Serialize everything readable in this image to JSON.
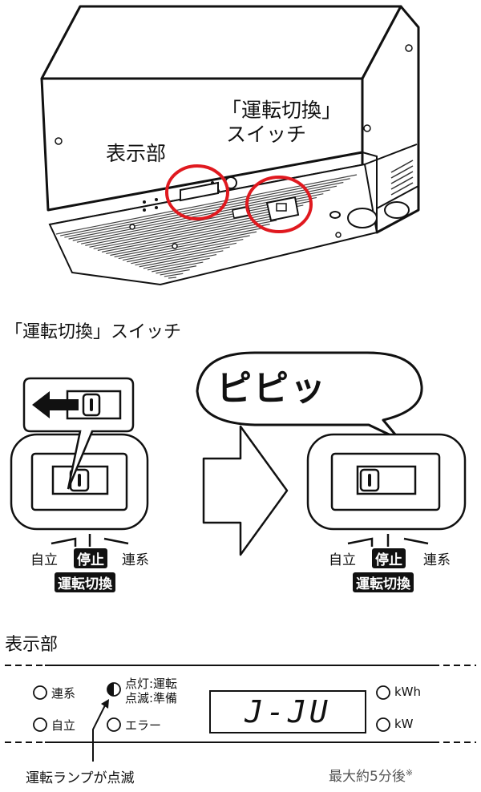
{
  "device": {
    "display_label": "表示部",
    "switch_label_line1": "「運転切換」",
    "switch_label_line2": "スイッチ"
  },
  "switch_section": {
    "title": "「運転切換」スイッチ",
    "beep_text": "ピピッ",
    "left": {
      "pos1": "自立",
      "pos2": "停止",
      "pos3": "連系",
      "caption": "運転切換"
    },
    "right": {
      "pos1": "自立",
      "pos2": "停止",
      "pos3": "連系",
      "caption": "運転切換"
    }
  },
  "display_section": {
    "title": "表示部",
    "indicators": {
      "grid": "連系",
      "lit_running": "点灯:運転",
      "blink_ready": "点滅:準備",
      "standalone": "自立",
      "error": "エラー",
      "kwh": "kWh",
      "kw": "kW"
    },
    "lcd_text": "J-JU",
    "note_lamp": "運転ランプが点滅",
    "note_time": "最大約5分後",
    "note_mark": "※"
  }
}
